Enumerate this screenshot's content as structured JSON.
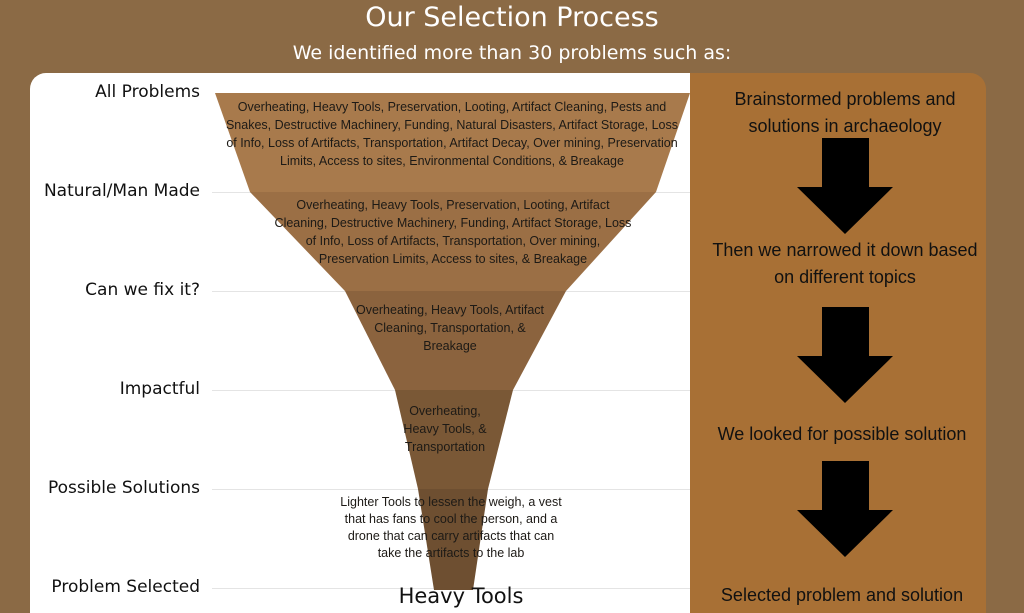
{
  "header": {
    "title": "Our Selection Process",
    "subtitle": "We identified more than 30 problems such as:"
  },
  "stages": [
    "All Problems",
    "Natural/Man Made",
    "Can we fix it?",
    "Impactful",
    "Possible Solutions",
    "Problem Selected"
  ],
  "funnel": [
    {
      "text": "Overheating, Heavy Tools, Preservation, Looting, Artifact Cleaning, Pests and Snakes, Destructive Machinery, Funding, Natural Disasters, Artifact Storage, Loss of Info, Loss of Artifacts, Transportation, Artifact Decay, Over mining, Preservation Limits, Access to sites, Environmental Conditions, & Breakage",
      "color": "#a87a4c"
    },
    {
      "text": "Overheating, Heavy Tools, Preservation, Looting, Artifact Cleaning, Destructive Machinery, Funding, Artifact Storage, Loss of Info, Loss of Artifacts, Transportation, Over mining, Preservation Limits, Access to sites, & Breakage",
      "color": "#9b6f45"
    },
    {
      "text": "Overheating, Heavy Tools, Artifact Cleaning, Transportation, & Breakage",
      "color": "#8b633e"
    },
    {
      "text": "Overheating, Heavy Tools,  & Transportation",
      "color": "#7a5836"
    },
    {
      "text": "Lighter Tools to lessen the weigh, a vest that has fans to cool the person, and a drone that can carry artifacts that can take the artifacts to the lab",
      "color": "#6e4f31"
    }
  ],
  "final_selection": "Heavy Tools",
  "steps": [
    "Brainstormed problems and solutions in archaeology",
    "Then we narrowed it down based on different topics",
    "We looked for possible solution",
    "Selected problem and solution"
  ],
  "colors": {
    "background": "#8b6a45",
    "panel": "#a87035"
  }
}
